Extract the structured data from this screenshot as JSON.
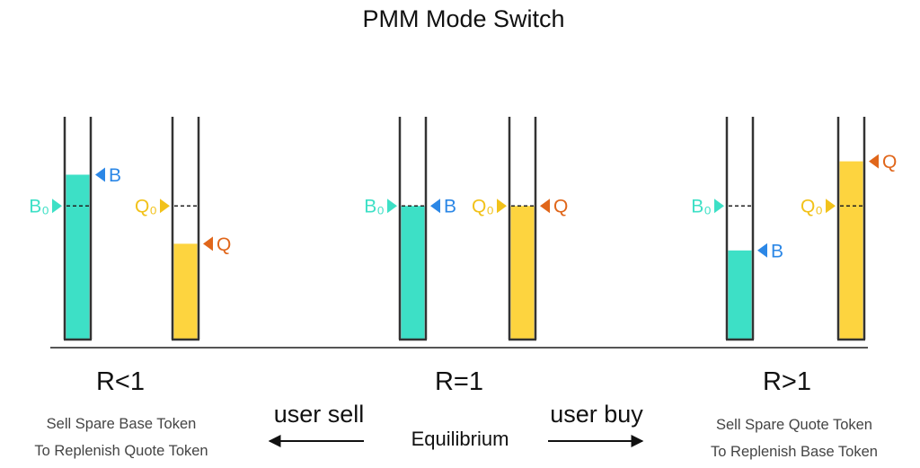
{
  "title": "PMM Mode Switch",
  "colors": {
    "base_fill": "#3de0c6",
    "quote_fill": "#fdd43f",
    "b_marker": "#2b87e6",
    "q_marker": "#e0661a",
    "b0_marker": "#3de0c6",
    "q0_marker": "#f2c21a",
    "tube_stroke": "#333333",
    "text": "#111111",
    "subtext": "#444444"
  },
  "markers": {
    "B": "B",
    "Q": "Q",
    "B0": "B₀",
    "Q0": "Q₀"
  },
  "panels": [
    {
      "id": "r-lt-1",
      "label": "R<1",
      "caption": [
        "Sell Spare Base Token",
        "To Replenish Quote Token"
      ],
      "base_level": 0.74,
      "quote_level": 0.43,
      "base_target": 0.6,
      "quote_target": 0.6
    },
    {
      "id": "r-eq-1",
      "label": "R=1",
      "caption_single": "Equilibrium",
      "base_level": 0.6,
      "quote_level": 0.6,
      "base_target": 0.6,
      "quote_target": 0.6
    },
    {
      "id": "r-gt-1",
      "label": "R>1",
      "caption": [
        "Sell Spare Quote Token",
        "To Replenish Base Token"
      ],
      "base_level": 0.4,
      "quote_level": 0.8,
      "base_target": 0.6,
      "quote_target": 0.6
    }
  ],
  "arrows": {
    "left": "user sell",
    "right": "user buy"
  }
}
